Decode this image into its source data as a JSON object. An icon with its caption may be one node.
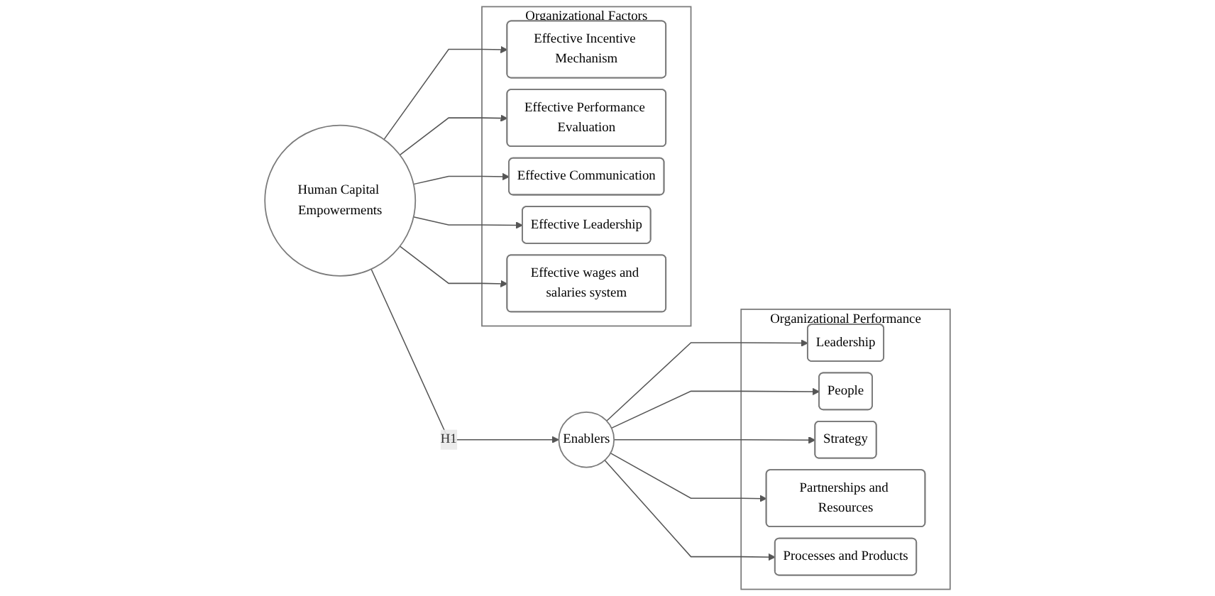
{
  "diagram": {
    "nodes": [
      {
        "text": [
          "Organizational Factors"
        ]
      },
      {
        "text": [
          "Effective Incentive Mechanism"
        ],
        "in": 0
      },
      {
        "text": [
          "Effective Performance Evaluation"
        ],
        "in": 0
      },
      {
        "text": [
          "Effective Communication"
        ],
        "in": 0
      },
      {
        "text": [
          "Effective Leadership"
        ],
        "in": 0
      },
      {
        "text": [
          "Effective wages and salaries system"
        ],
        "in": 0
      },
      {
        "text": [
          "Human Capital Empowerments"
        ]
      },
      {
        "text": [
          "Enablers"
        ]
      },
      {
        "text": [
          "Organizational Performance"
        ]
      },
      {
        "text": [
          "Leadership"
        ],
        "in": 8
      },
      {
        "text": [
          "People"
        ],
        "in": 8
      },
      {
        "text": [
          "Strategy"
        ],
        "in": 8
      },
      {
        "text": [
          "Partnerships and Resources"
        ],
        "in": 8
      },
      {
        "text": [
          "Processes and Products"
        ],
        "in": 8
      }
    ],
    "edges": [
      {
        "from": 6,
        "to": 1,
        "arrow": "to"
      },
      {
        "from": 6,
        "to": 2,
        "arrow": "to"
      },
      {
        "from": 6,
        "to": 3,
        "arrow": "to"
      },
      {
        "from": 6,
        "to": 4,
        "arrow": "to"
      },
      {
        "from": 6,
        "to": 5,
        "arrow": "to"
      },
      {
        "from": 6,
        "to": 7,
        "label": "H1",
        "arrow": "to"
      },
      {
        "from": 7,
        "to": 9,
        "arrow": "to"
      },
      {
        "from": 7,
        "to": 10,
        "arrow": "to"
      },
      {
        "from": 7,
        "to": 11,
        "arrow": "to"
      },
      {
        "from": 7,
        "to": 12,
        "arrow": "to"
      },
      {
        "from": 7,
        "to": 13,
        "arrow": "to"
      }
    ]
  }
}
